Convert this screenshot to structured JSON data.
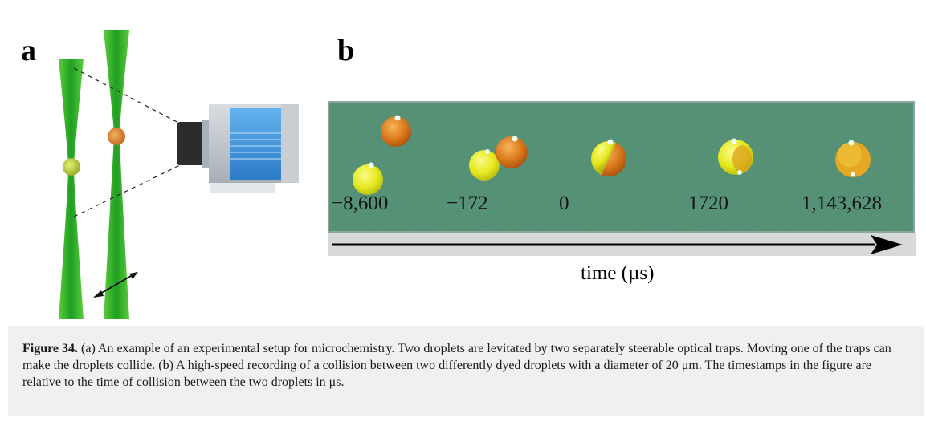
{
  "panel_labels": {
    "a": "a",
    "b": "b"
  },
  "recording": {
    "timestamps": [
      "−8,600",
      "−172",
      "0",
      "1720",
      "1,143,628"
    ],
    "time_axis_label": "time (µs)"
  },
  "caption": {
    "figure_number": "Figure 34.",
    "text": "(a) An example of an experimental setup for microchemistry. Two droplets are levitated by two separately steerable optical traps. Moving one of the traps can make the droplets collide. (b) A high-speed recording of a collision between two differently dyed droplets with a diameter of 20 μm. The timestamps in the figure are relative to the time of collision between the two droplets in μs."
  },
  "colors": {
    "beam_green": "#33bb22",
    "strip_background": "#4f8b6e",
    "droplet_yellow": "#e9ec1c",
    "droplet_orange": "#d9771a",
    "camera_blue": "#3a8fd8"
  }
}
